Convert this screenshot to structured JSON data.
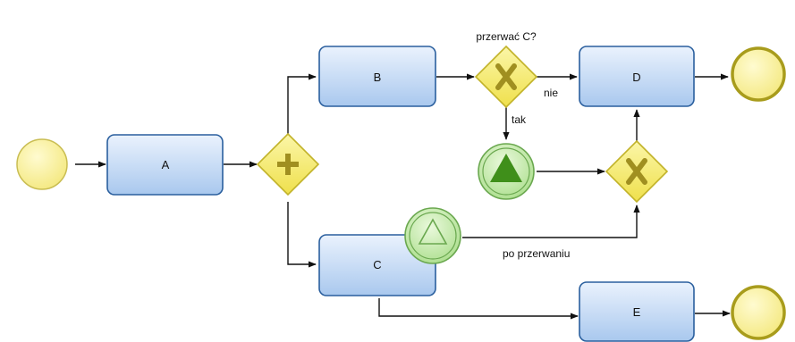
{
  "tasks": {
    "a": "A",
    "b": "B",
    "c": "C",
    "d": "D",
    "e": "E"
  },
  "labels": {
    "question": "przerwać C?",
    "no": "nie",
    "yes": "tak",
    "after_interrupt": "po przerwaniu"
  },
  "colors": {
    "task_fill_top": "#eaf2fd",
    "task_fill_bottom": "#a9c8ee",
    "task_stroke": "#2a5f9e",
    "event_fill": "#fbf29a",
    "event_stroke": "#a89c1c",
    "gateway_fill": "#f7ee72",
    "gateway_stroke": "#c2b32a",
    "gateway_marker": "#a08f20",
    "signal_fill": "#c8ecb0",
    "signal_stroke": "#6aa84f",
    "signal_marker": "#3f8f1a"
  }
}
